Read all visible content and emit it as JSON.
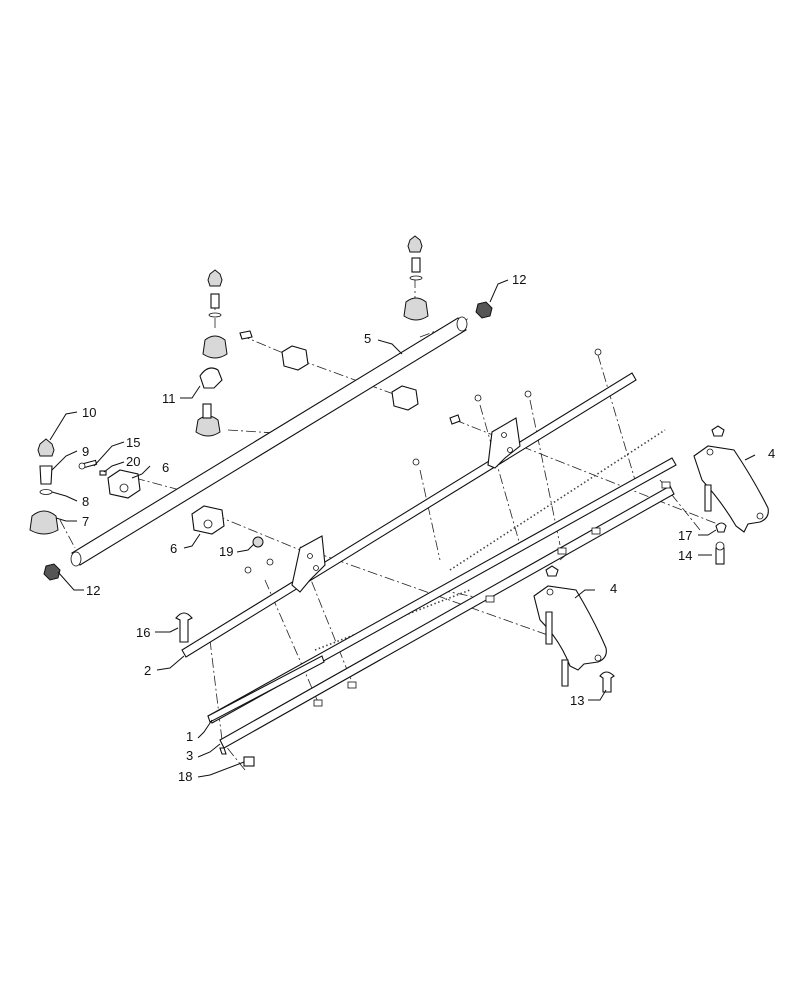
{
  "callouts": {
    "c1": "1",
    "c2": "2",
    "c3": "3",
    "c4a": "4",
    "c4b": "4",
    "c5": "5",
    "c6a": "6",
    "c6b": "6",
    "c7": "7",
    "c8": "8",
    "c9": "9",
    "c10": "10",
    "c11": "11",
    "c12a": "12",
    "c12b": "12",
    "c13": "13",
    "c14": "14",
    "c15": "15",
    "c16": "16",
    "c17": "17",
    "c18": "18",
    "c19": "19",
    "c20": "20"
  }
}
